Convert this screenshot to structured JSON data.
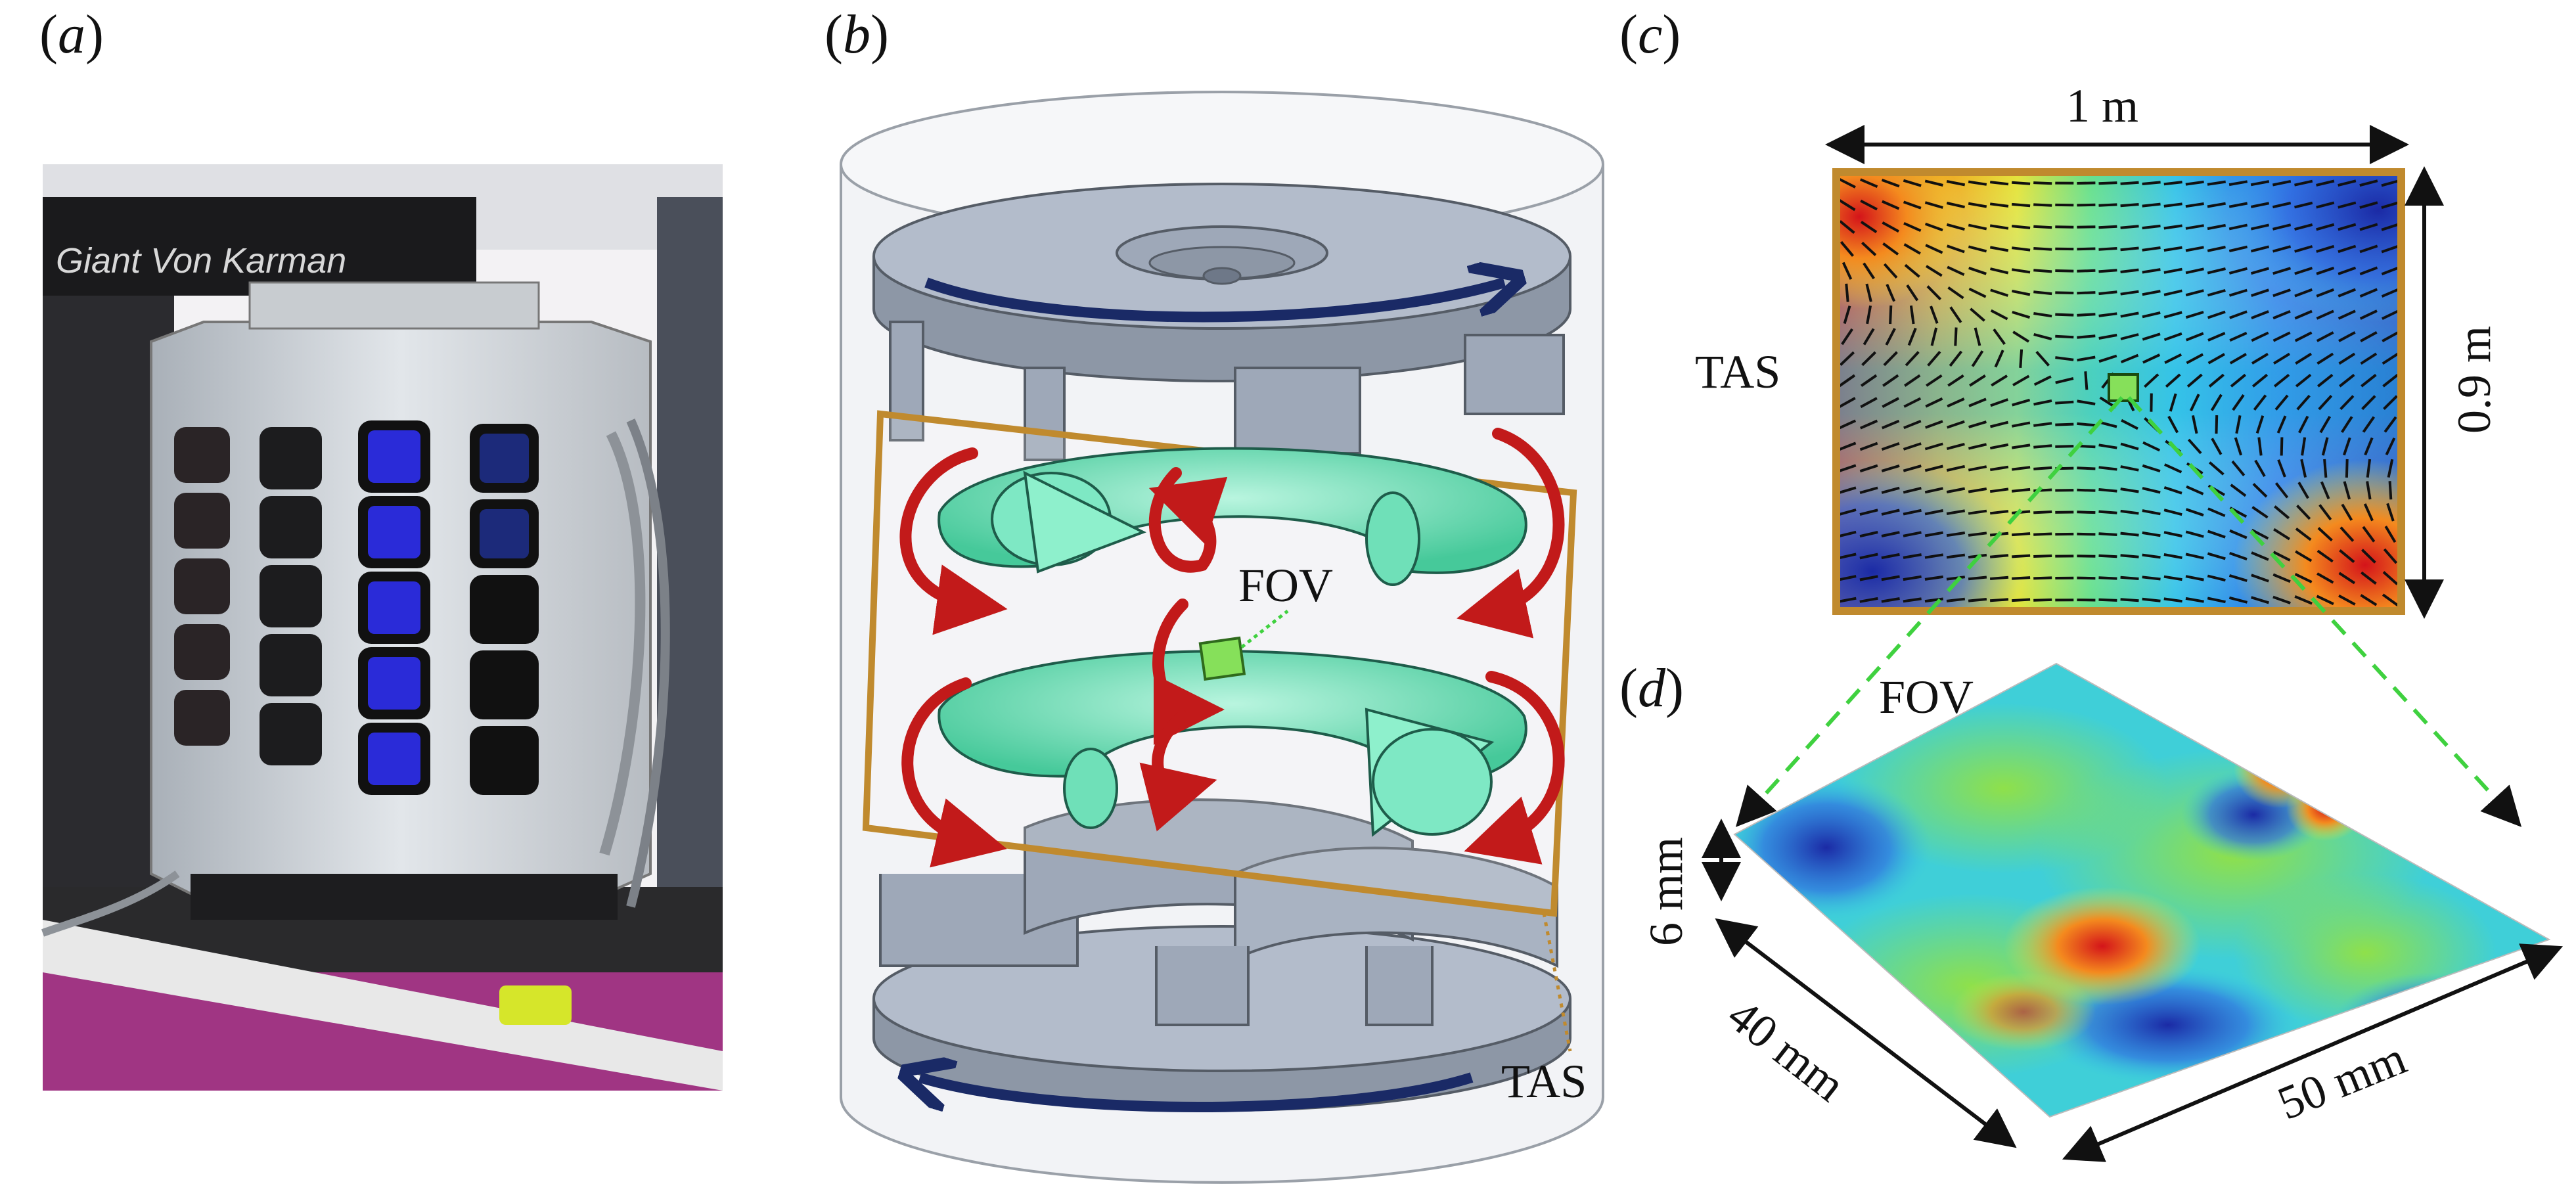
{
  "panels": {
    "a": {
      "label_open": "(",
      "label_letter": "a",
      "label_close": ")",
      "sign_text": "Giant Von Karman"
    },
    "b": {
      "label_open": "(",
      "label_letter": "b",
      "label_close": ")",
      "fov": "FOV",
      "tas": "TAS"
    },
    "c": {
      "label_open": "(",
      "label_letter": "c",
      "label_close": ")",
      "width": "1 m",
      "height": "0.9 m",
      "tas": "TAS"
    },
    "d": {
      "label_open": "(",
      "label_letter": "d",
      "label_close": ")",
      "fov": "FOV",
      "depth": "6 mm",
      "side_left": "40 mm",
      "side_right": "50 mm"
    }
  },
  "colors": {
    "frame": "#c08a2e",
    "torus": "#6fe0b8",
    "vortex": "#c21a1a",
    "flow_arrow": "#1a2a66",
    "disk": "#8f9aab",
    "fov_box": "#86e05a",
    "dashed": "#3fd13f",
    "panel_blue": "#2a2bd8"
  },
  "icons": [
    "arrow-icon"
  ]
}
